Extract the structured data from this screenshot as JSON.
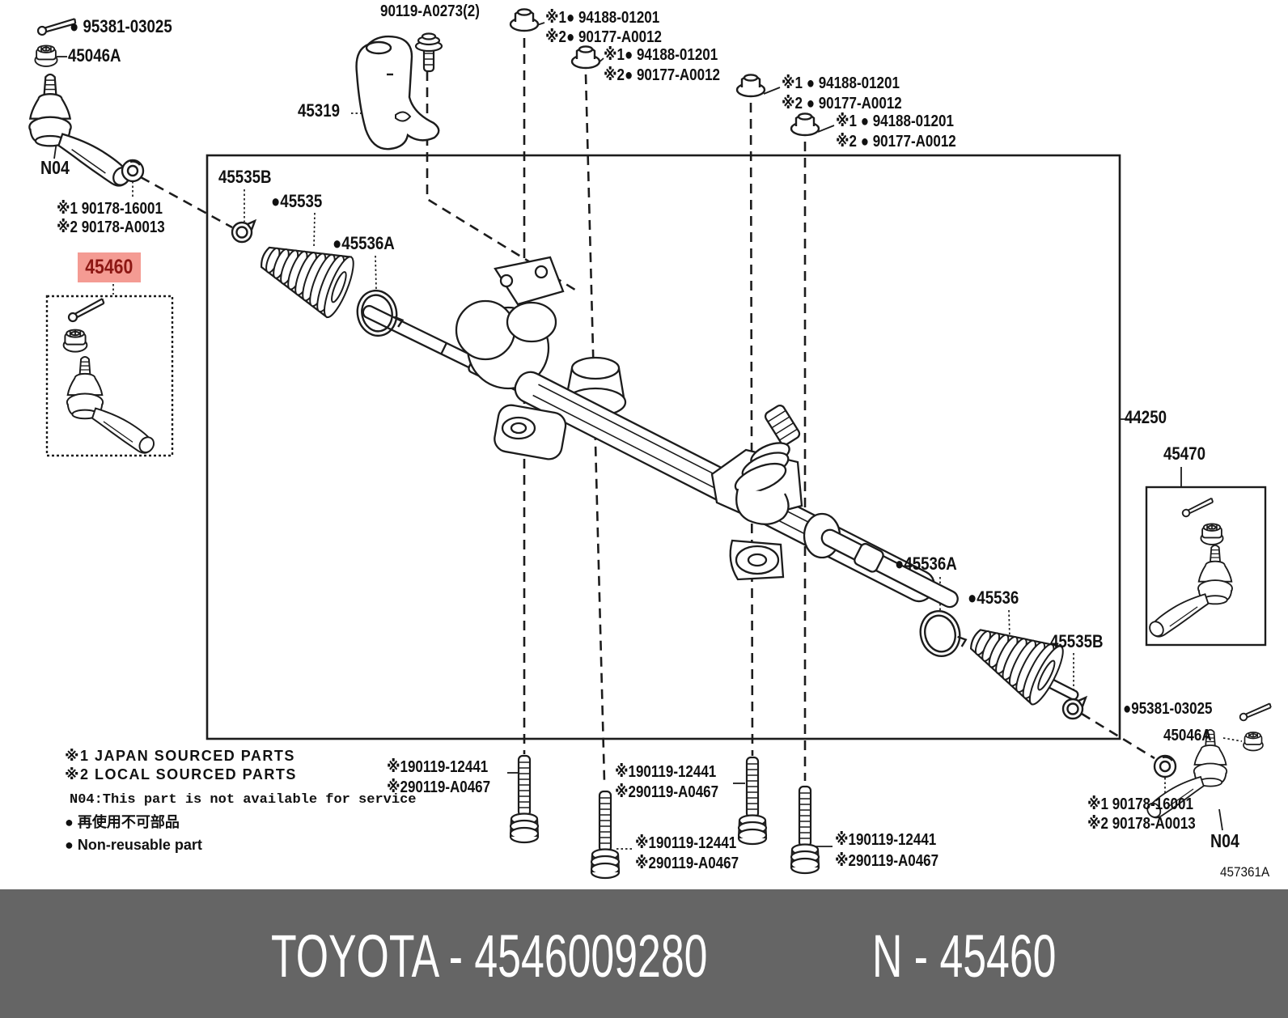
{
  "banner": {
    "left": "TOYOTA - 4546009280",
    "right": "N - 45460"
  },
  "colors": {
    "highlight_bg": "#f49b93",
    "highlight_text": "#8c1713",
    "banner_bg": "#656565",
    "line": "#1c1c1c"
  },
  "legend": {
    "japan": "※1 JAPAN SOURCED PARTS",
    "local": "※2 LOCAL SOURCED PARTS",
    "n04": "N04:This part is not available for service",
    "nonreusable_jp": "● 再使用不可部品",
    "nonreusable_en": "● Non-reusable part"
  },
  "labels": {
    "tl_pin": "● 95381-03025",
    "tl_nut": "45046A",
    "tl_n04": "N04",
    "tl_jam1": "※1 90178-16001",
    "tl_jam2": "※2 90178-A0013",
    "highlight": "45460",
    "bracket_bolt": "90119-A0273(2)",
    "bracket": "45319",
    "nut1a": "※1● 94188-01201",
    "nut1b": "※2● 90177-A0012",
    "nut2a": "※1● 94188-01201",
    "nut2b": "※2● 90177-A0012",
    "nut3a": "※1 ● 94188-01201",
    "nut3b": "※2 ● 90177-A0012",
    "nut4a": "※1 ● 94188-01201",
    "nut4b": "※2 ● 90177-A0012",
    "clamp_s_left": "45535B",
    "boot_left": "●45535",
    "clamp_b_left": "●45536A",
    "rack": "44250",
    "tre_kit": "45470",
    "clamp_b_right": "●45536A",
    "boot_right": "●45536",
    "clamp_s_right": "45535B",
    "br_pin": "●95381-03025",
    "br_nut": "45046A",
    "br_jam1": "※1 90178-16001",
    "br_jam2": "※2 90178-A0013",
    "br_n04": "N04",
    "bolt1a": "※190119-12441",
    "bolt1b": "※290119-A0467",
    "bolt2a": "※190119-12441",
    "bolt2b": "※290119-A0467",
    "bolt3a": "※190119-12441",
    "bolt3b": "※290119-A0467",
    "bolt4a": "※190119-12441",
    "bolt4b": "※290119-A0467",
    "code": "457361A"
  }
}
